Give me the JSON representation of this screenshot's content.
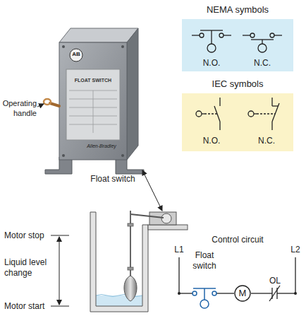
{
  "diagram": {
    "nodes": [
      {
        "text": [
          "NEMA symbols",
          "N.O.",
          "N.C."
        ]
      },
      {
        "text": [
          "IEC symbols",
          "N.O.",
          "N.C."
        ]
      },
      {
        "text": [
          "M"
        ]
      }
    ],
    "labels": [
      "AB",
      "FLOAT SWITCH",
      "Allen-Bradley",
      "Operating handle",
      "Float switch",
      "Motor stop",
      "Liquid level change",
      "Motor start",
      "Control circuit",
      "L1",
      "Float switch",
      "L2",
      "OL"
    ]
  }
}
